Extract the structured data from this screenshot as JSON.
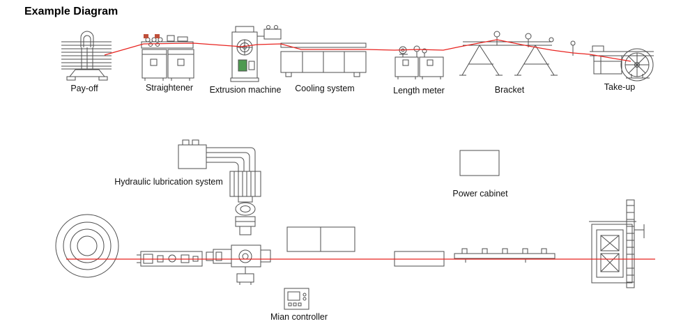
{
  "title": "Example Diagram",
  "colors": {
    "outline": "#4d4d4d",
    "flow_line": "#e8231f",
    "text": "#111111",
    "accent_green": "#4e9a51",
    "accent_rust": "#bf4f3a"
  },
  "top_row_labels": {
    "payoff": "Pay-off",
    "straightener": "Straightener",
    "extrusion": "Extrusion machine",
    "cooling": "Cooling system",
    "length_meter": "Length meter",
    "bracket": "Bracket",
    "takeup": "Take-up"
  },
  "bottom_row_labels": {
    "hydraulic": "Hydraulic lubrication system",
    "power_cabinet": "Power cabinet",
    "controller": "Mian controller"
  }
}
